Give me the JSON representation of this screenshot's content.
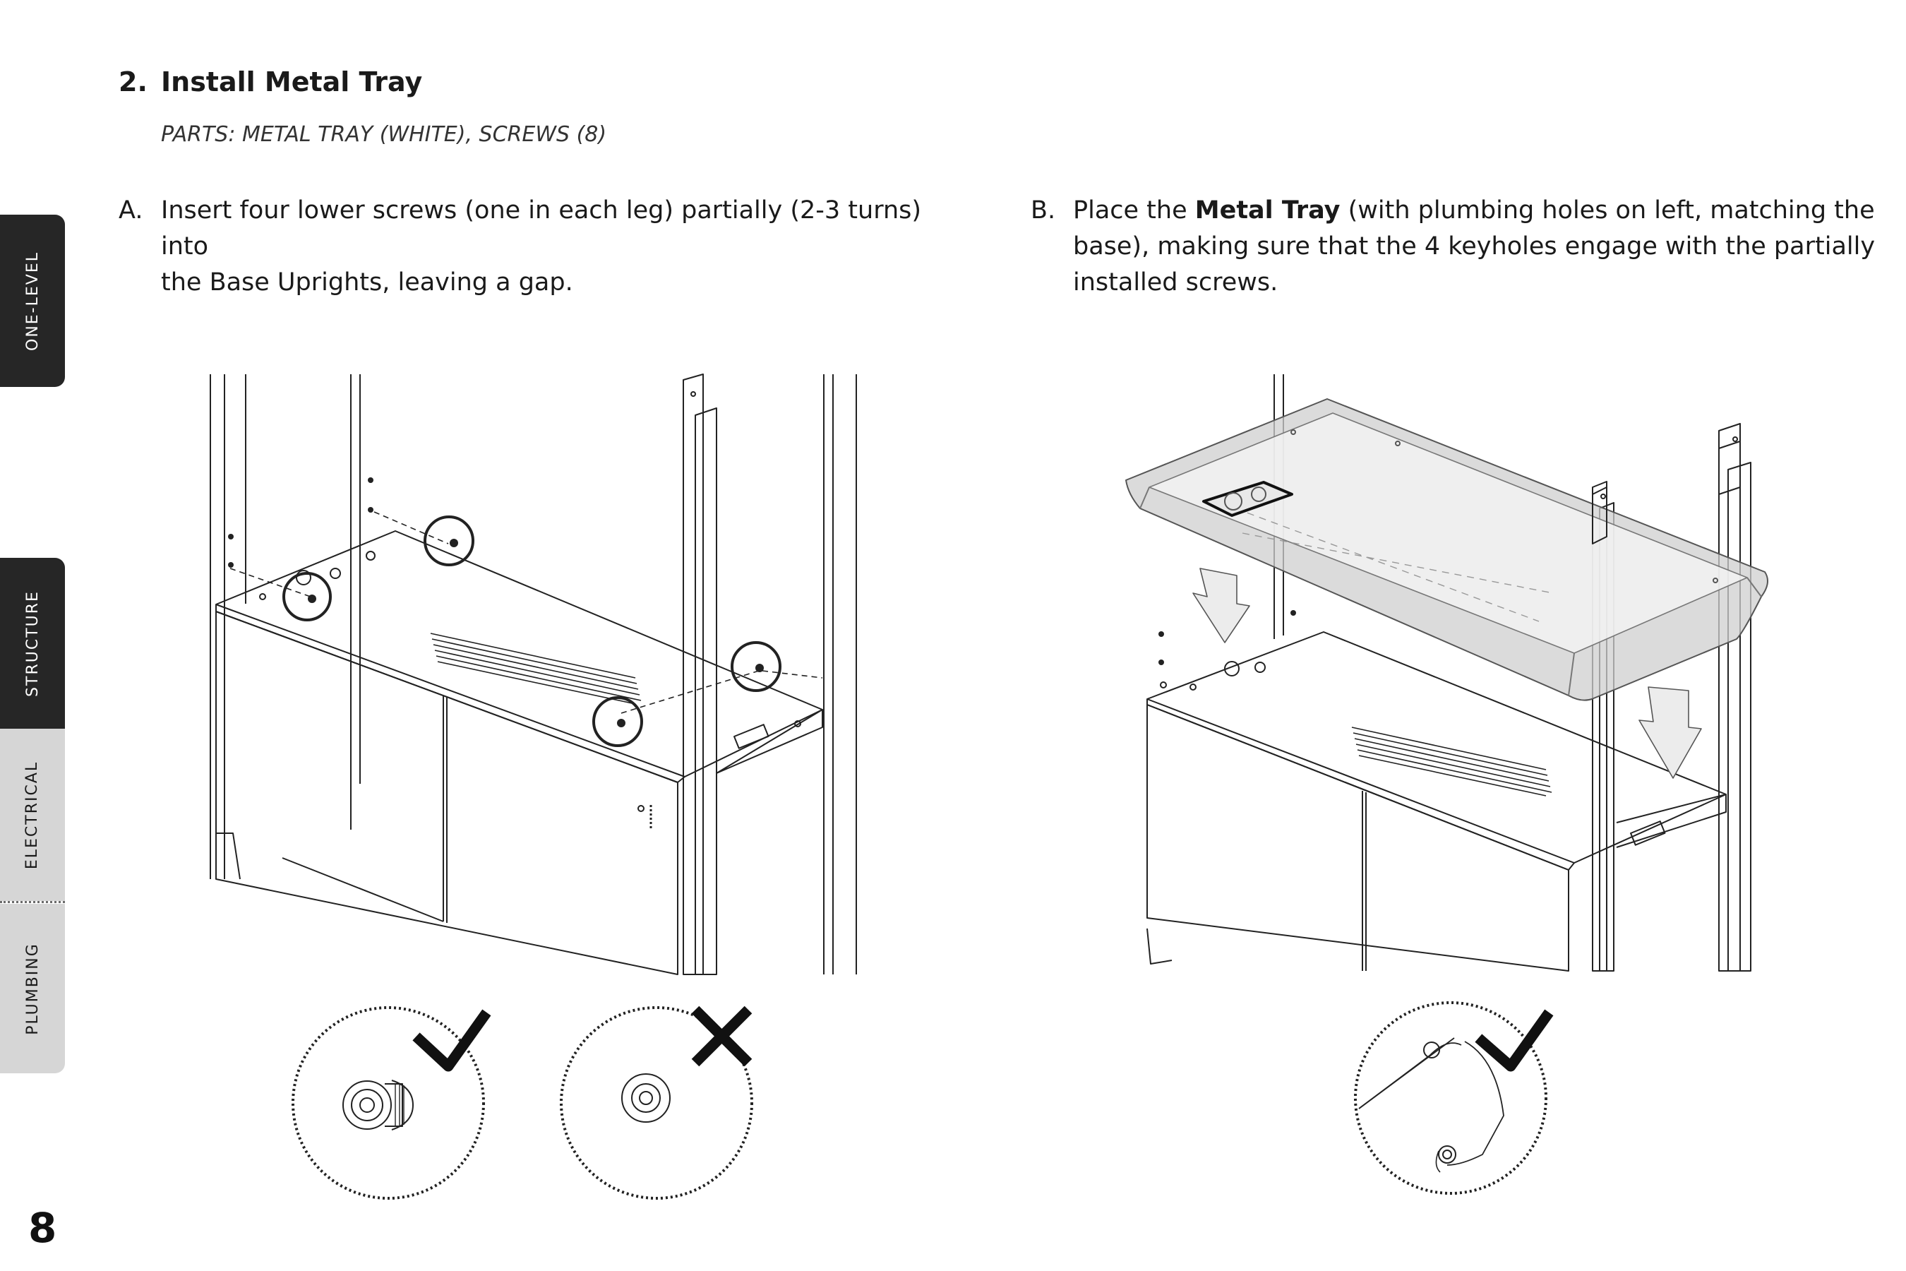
{
  "tabs": [
    {
      "label": "ONE-LEVEL",
      "active": true
    },
    {
      "label": "STRUCTURE",
      "active": true
    },
    {
      "label": "ELECTRICAL",
      "active": false
    },
    {
      "label": "PLUMBING",
      "active": false
    }
  ],
  "page_number": "8",
  "section": {
    "number": "2.",
    "title": "Install Metal Tray",
    "parts": "PARTS: METAL TRAY (WHITE), SCREWS (8)"
  },
  "steps": {
    "a": {
      "marker": "A.",
      "line1": "Insert four lower screws (one in each leg) partially (2-3 turns) into",
      "line2": "the Base Uprights, leaving a gap."
    },
    "b": {
      "marker": "B.",
      "line1_pre": "Place the ",
      "line1_bold": "Metal Tray",
      "line1_post": " (with plumbing holes on left, matching the",
      "line2": "base), making sure that the 4 keyholes engage with the partially",
      "line3": "installed screws."
    }
  },
  "callouts": {
    "correct": "check-mark",
    "incorrect": "x-mark"
  },
  "colors": {
    "tab_dark": "#262626",
    "tab_light": "#d6d6d6",
    "tray_fill": "#cfcfcf"
  }
}
